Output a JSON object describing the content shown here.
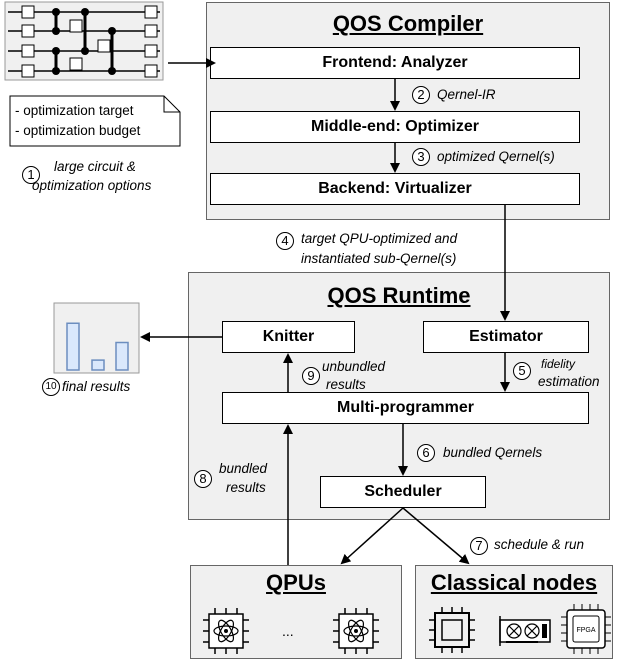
{
  "compiler": {
    "title": "QOS Compiler",
    "frontend": "Frontend: Analyzer",
    "middleend": "Middle-end: Optimizer",
    "backend": "Backend: Virtualizer"
  },
  "runtime": {
    "title": "QOS Runtime",
    "knitter": "Knitter",
    "estimator": "Estimator",
    "multiprogrammer": "Multi-programmer",
    "scheduler": "Scheduler"
  },
  "qpus": {
    "title": "QPUs",
    "ellipsis": "..."
  },
  "classical": {
    "title": "Classical nodes",
    "fpga": "FPGA"
  },
  "input_note": {
    "line1": "- optimization target",
    "line2": "- optimization budget"
  },
  "steps": [
    {
      "num": "1",
      "label_l1": "large circuit &",
      "label_l2": "optimization options"
    },
    {
      "num": "2",
      "label": "Qernel-IR"
    },
    {
      "num": "3",
      "label": "optimized Qernel(s)"
    },
    {
      "num": "4",
      "label_l1": "target QPU-optimized and",
      "label_l2": "instantiated sub-Qernel(s)"
    },
    {
      "num": "5",
      "label_l1": "fidelity",
      "label_l2": "estimation"
    },
    {
      "num": "6",
      "label": "bundled Qernels"
    },
    {
      "num": "7",
      "label": "schedule & run"
    },
    {
      "num": "8",
      "label_l1": "bundled",
      "label_l2": "results"
    },
    {
      "num": "9",
      "label_l1": "unbundled",
      "label_l2": "results"
    },
    {
      "num": "10",
      "label": "final results"
    }
  ],
  "results_chart": {
    "values": [
      0.85,
      0.18,
      0.5
    ],
    "color": "#dae8fc",
    "border": "#6c8ebf"
  },
  "colors": {
    "panel": "#f0f0f0",
    "panel_border": "#666666"
  }
}
